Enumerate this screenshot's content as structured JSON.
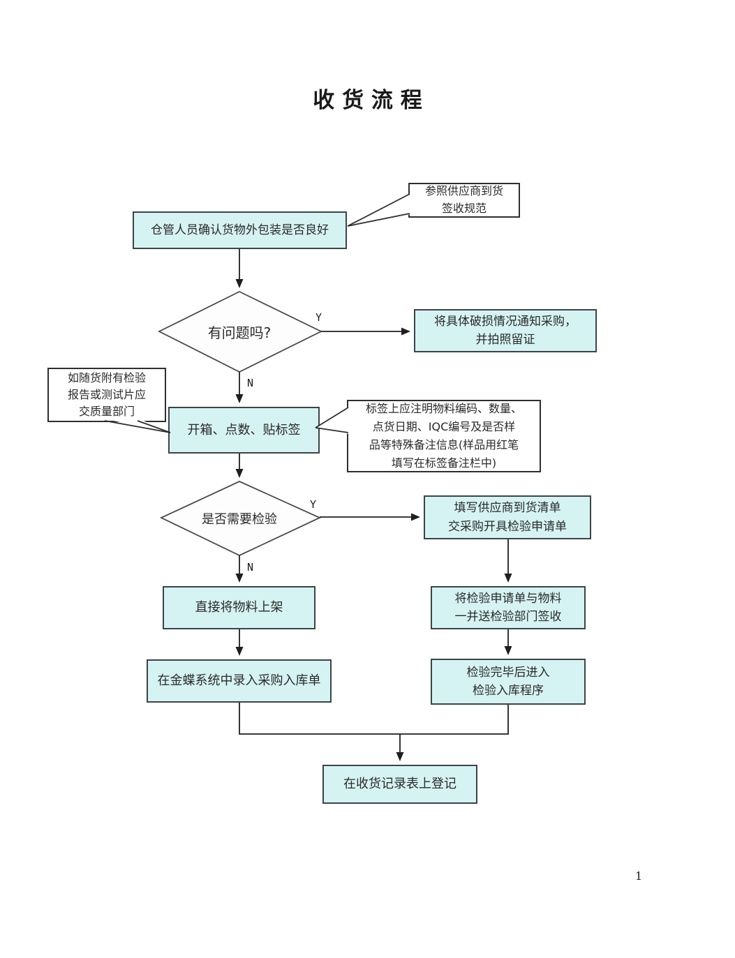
{
  "page": {
    "title": "收货流程",
    "page_number": "1"
  },
  "colors": {
    "node_fill": "#d6f3f3",
    "node_border": "#3c4445",
    "callout_fill": "#ffffff",
    "line": "#1f1f1f"
  },
  "edge_labels": {
    "yes": "Y",
    "no": "N"
  },
  "nodes": {
    "confirm_packaging": {
      "label": "仓管人员确认货物外包装是否良好"
    },
    "signoff_note": {
      "lines": [
        "参照供应商到货",
        "签收规范"
      ]
    },
    "problem_decision": {
      "label": "有问题吗?"
    },
    "notify_purchasing": {
      "lines": [
        "将具体破损情况通知采购，",
        "并拍照留证"
      ]
    },
    "quality_note": {
      "lines": [
        "如随货附有检验",
        "报告或测试片应",
        "交质量部门"
      ]
    },
    "unpack_count_label": {
      "label": "开箱、点数、贴标签"
    },
    "label_info_note": {
      "lines": [
        "标签上应注明物料编码、数量、",
        "点货日期、IQC编号及是否样",
        "品等特殊备注信息(样品用红笔",
        "填写在标签备注栏中)"
      ]
    },
    "inspection_decision": {
      "label": "是否需要检验"
    },
    "fill_arrival_list": {
      "lines": [
        "填写供应商到货清单",
        "交采购开具检验申请单"
      ]
    },
    "shelve_directly": {
      "label": "直接将物料上架"
    },
    "send_to_inspection": {
      "lines": [
        "将检验申请单与物料",
        "一并送检验部门签收"
      ]
    },
    "enter_kingdee_system": {
      "label": "在金蝶系统中录入采购入库单"
    },
    "inspection_complete": {
      "lines": [
        "检验完毕后进入",
        "检验入库程序"
      ]
    },
    "register_receiving_record": {
      "label": "在收货记录表上登记"
    }
  }
}
